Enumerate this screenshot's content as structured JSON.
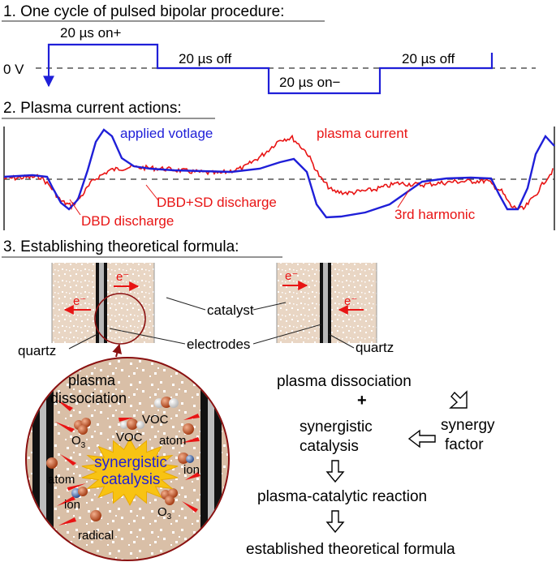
{
  "sections": {
    "s1_title": "1. One cycle of pulsed bipolar procedure:",
    "s2_title": "2. Plasma current actions:",
    "s3_title": "3. Establishing theoretical formula:"
  },
  "pulse": {
    "zero_label": "0 V",
    "on_plus": "20 µs on+",
    "off_1": "20 µs off",
    "on_minus": "20 µs on−",
    "off_2": "20 µs off"
  },
  "waveform": {
    "applied_voltage_label": "applied votlage",
    "plasma_current_label": "plasma current",
    "dbd_sd_label": "DBD+SD discharge",
    "dbd_label": "DBD discharge",
    "harmonic_label": "3rd harmonic",
    "colors": {
      "voltage": "#1f1fd8",
      "current": "#e81414"
    }
  },
  "reactor": {
    "electron_label": "e⁻",
    "catalyst_label": "catalyst",
    "electrodes_label": "electrodes",
    "quartz_label_left": "quartz",
    "quartz_label_right": "quartz"
  },
  "zoom": {
    "plasma_line1": "plasma",
    "plasma_line2": "dissociation",
    "voc_a": "VOC",
    "voc_b": "VOC",
    "o3_a": "O",
    "o3_b": "O",
    "o3_sub": "3",
    "atom_a": "atom",
    "atom_b": "atom",
    "ion_a": "ion",
    "ion_b": "ion",
    "radical": "radical",
    "synergistic": "synergistic",
    "catalysis": "catalysis"
  },
  "flow": {
    "plasma_dissociation": "plasma dissociation",
    "plus": "+",
    "synergistic_line1": "synergistic",
    "synergistic_line2": "catalysis",
    "synergy_line1": "synergy",
    "synergy_line2": "factor",
    "reaction": "plasma-catalytic reaction",
    "formula": "established theoretical formula"
  }
}
